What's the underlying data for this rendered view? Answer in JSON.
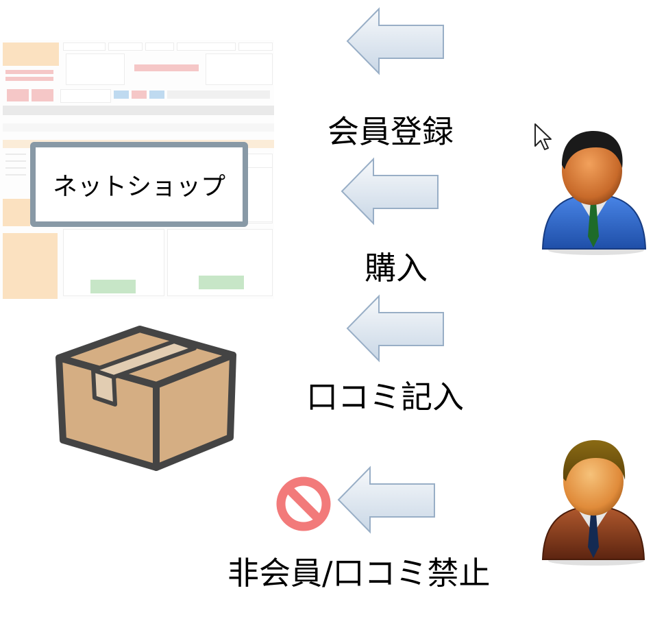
{
  "shop": {
    "label": "ネットショップ"
  },
  "steps": [
    {
      "label": "会員登録"
    },
    {
      "label": "購入"
    },
    {
      "label": "口コミ記入"
    }
  ],
  "non_member": {
    "label": "非会員/口コミ禁止"
  },
  "colors": {
    "arrow_fill_top": "#f7f9fb",
    "arrow_fill_bottom": "#c9d7e6",
    "arrow_stroke": "#98aec6",
    "box_fill": "#d5ae83",
    "box_stroke": "#444444",
    "prohibit": "#f27a7a",
    "member_suit": "#2b63c4",
    "non_member_suit": "#7a3a1e"
  },
  "icons": {
    "cursor": "mouse-pointer-icon",
    "member": "member-person-icon",
    "non_member": "non-member-person-icon",
    "package": "cardboard-box-icon",
    "prohibit": "prohibit-icon"
  }
}
